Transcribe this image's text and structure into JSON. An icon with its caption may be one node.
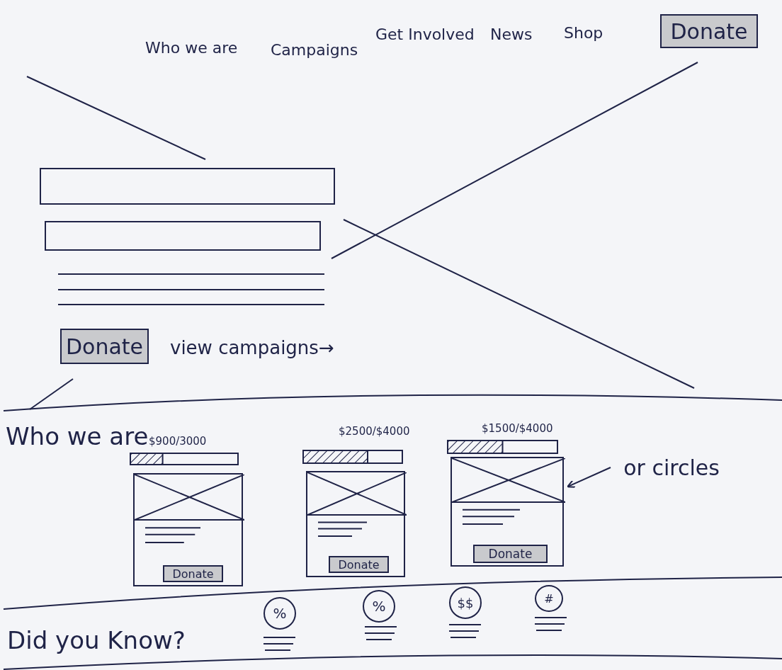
{
  "diagram": {
    "nodes": [
      {
        "text": [
          "Donate"
        ]
      },
      {
        "text": [
          "Donate"
        ]
      },
      {
        "text": [],
        "shape": "box"
      },
      {
        "text": [
          "Donate"
        ],
        "in": 2
      },
      {
        "text": [],
        "shape": "box"
      },
      {
        "text": [
          "Donate"
        ],
        "in": 4
      },
      {
        "text": [],
        "shape": "box"
      },
      {
        "text": [
          "Donate"
        ],
        "in": 6
      },
      {
        "text": [
          "or circles"
        ]
      },
      {
        "text": [
          "%"
        ]
      },
      {
        "text": [
          "%"
        ]
      },
      {
        "text": [
          "$$"
        ]
      },
      {
        "text": [
          "#"
        ]
      }
    ],
    "edges": [
      {
        "from": 8,
        "to": 6,
        "arrow": "to"
      }
    ],
    "labels": [
      "Who we are",
      "Campaigns",
      "Get Involved",
      "News",
      "Shop",
      "view campaigns→",
      "Who we are",
      "$900/3000",
      "$2500/$4000",
      "$1500/$4000",
      "Did you Know?"
    ]
  }
}
